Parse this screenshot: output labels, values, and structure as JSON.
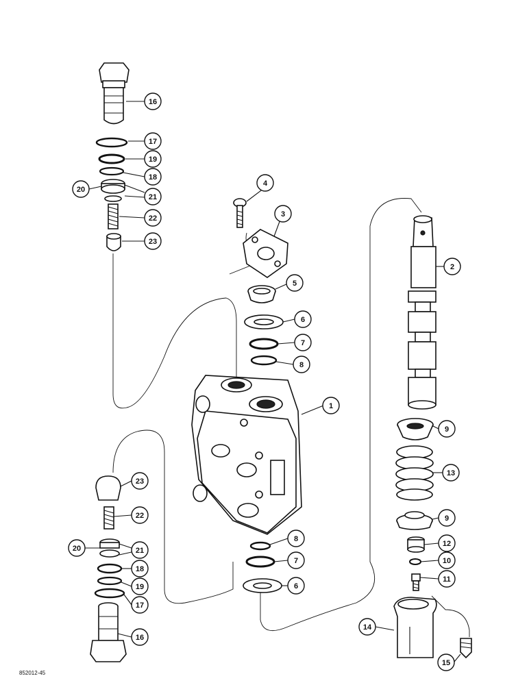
{
  "callouts": [
    {
      "id": "c16a",
      "label": "16"
    },
    {
      "id": "c17a",
      "label": "17"
    },
    {
      "id": "c19a",
      "label": "19"
    },
    {
      "id": "c18a",
      "label": "18"
    },
    {
      "id": "c20a",
      "label": "20"
    },
    {
      "id": "c21a",
      "label": "21"
    },
    {
      "id": "c22a",
      "label": "22"
    },
    {
      "id": "c23a",
      "label": "23"
    },
    {
      "id": "c4",
      "label": "4"
    },
    {
      "id": "c3",
      "label": "3"
    },
    {
      "id": "c5",
      "label": "5"
    },
    {
      "id": "c6a",
      "label": "6"
    },
    {
      "id": "c7a",
      "label": "7"
    },
    {
      "id": "c8a",
      "label": "8"
    },
    {
      "id": "c1",
      "label": "1"
    },
    {
      "id": "c2",
      "label": "2"
    },
    {
      "id": "c9a",
      "label": "9"
    },
    {
      "id": "c13",
      "label": "13"
    },
    {
      "id": "c9b",
      "label": "9"
    },
    {
      "id": "c12",
      "label": "12"
    },
    {
      "id": "c10",
      "label": "10"
    },
    {
      "id": "c11",
      "label": "11"
    },
    {
      "id": "c14",
      "label": "14"
    },
    {
      "id": "c15",
      "label": "15"
    },
    {
      "id": "c23b",
      "label": "23"
    },
    {
      "id": "c22b",
      "label": "22"
    },
    {
      "id": "c20b",
      "label": "20"
    },
    {
      "id": "c21b",
      "label": "21"
    },
    {
      "id": "c18b",
      "label": "18"
    },
    {
      "id": "c19b",
      "label": "19"
    },
    {
      "id": "c17b",
      "label": "17"
    },
    {
      "id": "c16b",
      "label": "16"
    },
    {
      "id": "c8b",
      "label": "8"
    },
    {
      "id": "c7b",
      "label": "7"
    },
    {
      "id": "c6b",
      "label": "6"
    }
  ],
  "drawing_number": "852012-45"
}
